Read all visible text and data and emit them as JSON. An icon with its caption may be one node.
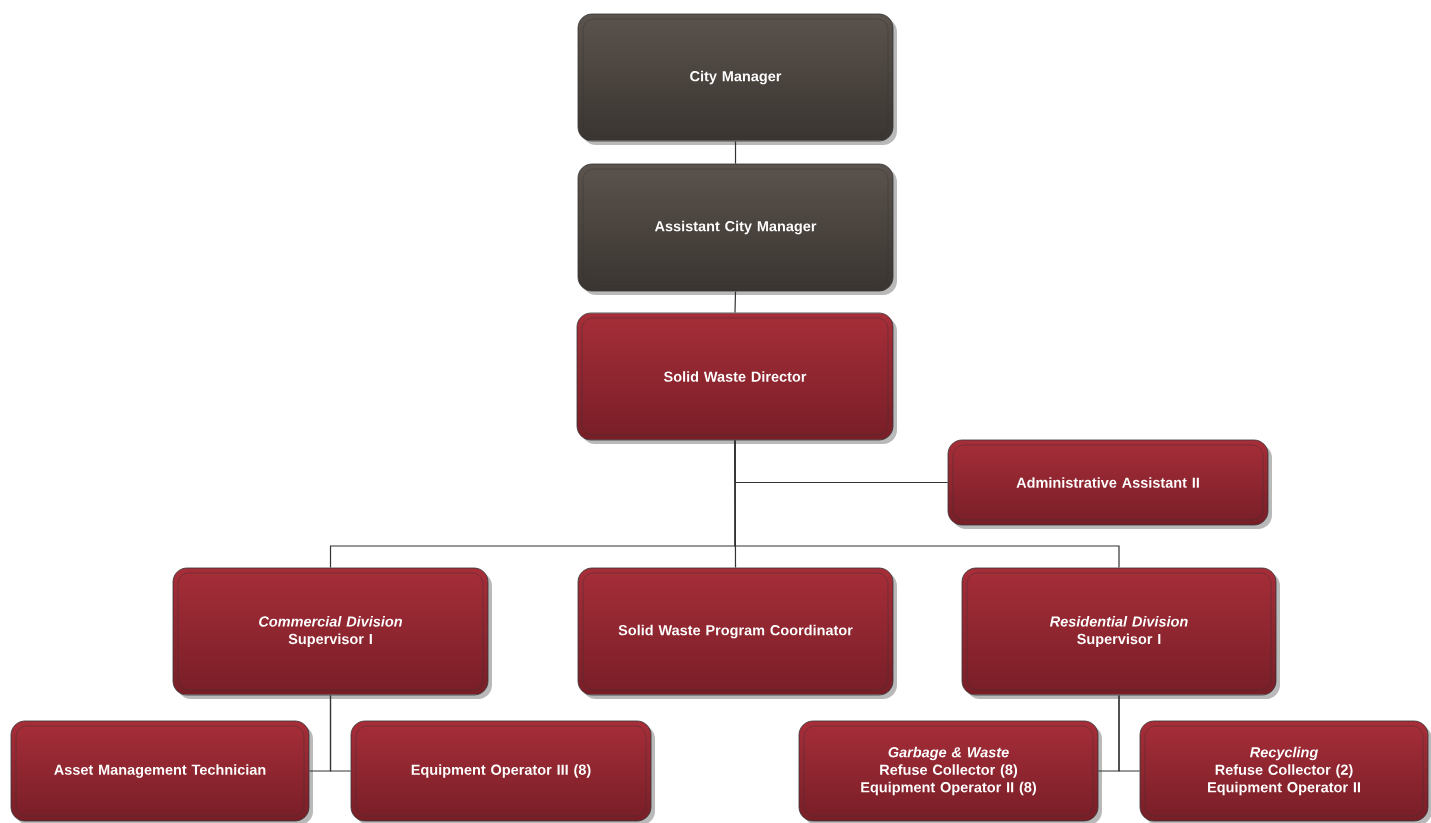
{
  "diagram": {
    "nodes": [
      {
        "text": [
          "City Manager"
        ]
      },
      {
        "text": [
          "Assistant City Manager"
        ]
      },
      {
        "text": [
          "Solid Waste Director"
        ]
      },
      {
        "text": [
          "Administrative Assistant II"
        ]
      },
      {
        "text": [
          "*Commercial Division*",
          "Supervisor I"
        ]
      },
      {
        "text": [
          "Solid Waste Program Coordinator"
        ]
      },
      {
        "text": [
          "*Residential Division*",
          "Supervisor I"
        ]
      },
      {
        "text": [
          "Asset Management Technician"
        ]
      },
      {
        "text": [
          "Equipment Operator III (8)"
        ]
      },
      {
        "text": [
          "*Garbage & Waste*",
          "Refuse Collector (8)",
          "Equipment Operator II (8)"
        ]
      },
      {
        "text": [
          "*Recycling*",
          "Refuse Collector (2)",
          "Equipment Operator II"
        ]
      }
    ],
    "edges": [
      {
        "from": 0,
        "to": 1,
        "arrow": "none"
      },
      {
        "from": 1,
        "to": 2,
        "arrow": "none"
      },
      {
        "from": 2,
        "to": 3,
        "arrow": "none"
      },
      {
        "from": 2,
        "to": 4,
        "arrow": "none"
      },
      {
        "from": 2,
        "to": 5,
        "arrow": "none"
      },
      {
        "from": 2,
        "to": 6,
        "arrow": "none"
      },
      {
        "from": 4,
        "to": 7,
        "arrow": "none"
      },
      {
        "from": 4,
        "to": 8,
        "arrow": "none"
      },
      {
        "from": 6,
        "to": 9,
        "arrow": "none"
      },
      {
        "from": 6,
        "to": 10,
        "arrow": "none"
      }
    ]
  }
}
